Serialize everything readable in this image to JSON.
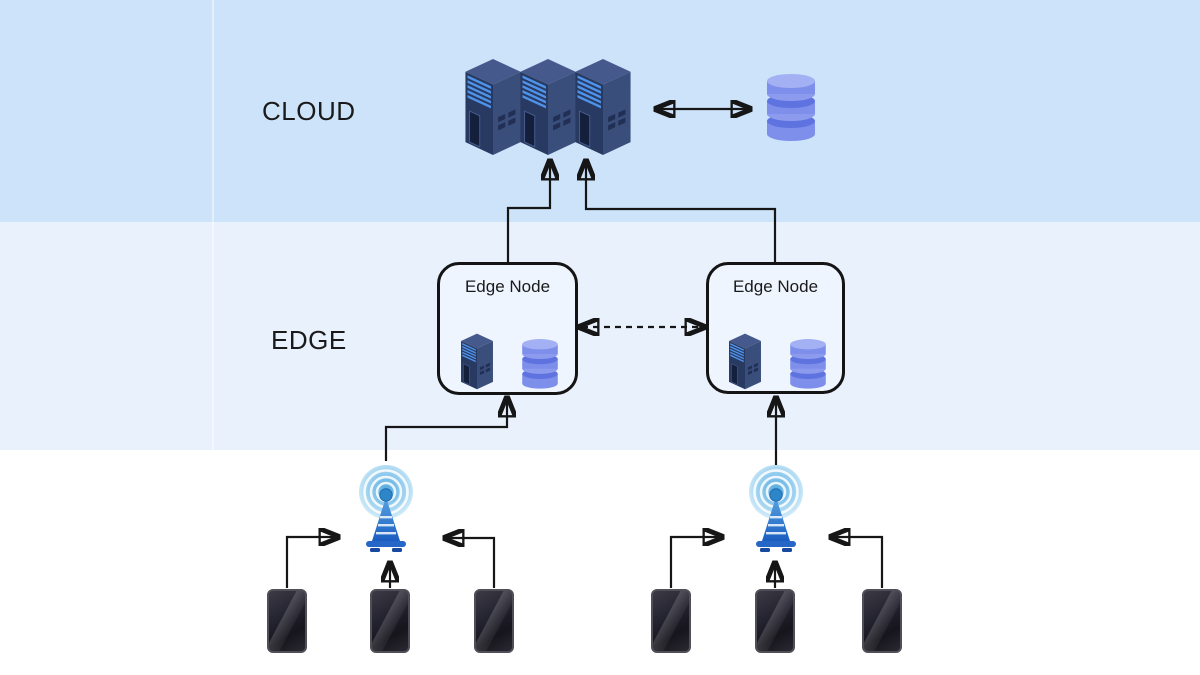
{
  "diagram": {
    "layer_labels": {
      "cloud": "CLOUD",
      "edge": "EDGE"
    },
    "edge_nodes": [
      {
        "label": "Edge Node"
      },
      {
        "label": "Edge Node"
      }
    ],
    "cloud_tier": {
      "server_count": 3,
      "database_count": 1
    },
    "edge_tier": {
      "nodes": 2,
      "icons_per_node": [
        "server",
        "database"
      ]
    },
    "device_tier": {
      "antenna_count": 2,
      "smartphones_per_antenna": 3
    },
    "connections": [
      "smartphone -> antenna (solid arrow, x6)",
      "antenna -> edge node (solid arrow, x2)",
      "edge node <-> edge node (dashed double arrow)",
      "edge node -> cloud servers (solid arrow, x2)",
      "cloud servers <-> cloud database (double arrow)"
    ]
  },
  "colors": {
    "cloud_band": "#cde3fa",
    "edge_band": "#e9f1fd",
    "device_band": "#ffffff",
    "box_bg": "#eef5fe",
    "box_border": "#141414",
    "line": "#161616",
    "text": "#1a1a1a",
    "server_top": "#46598c",
    "server_left": "#283a61",
    "server_right": "#3a4e7c",
    "server_stripe": "#4e92ea",
    "server_door": "#141f3c",
    "db_body": "#7e8eeb",
    "db_top": "#a3b1f4",
    "db_shadow": "#5f73e0",
    "antenna_blue": "#2f8fd2",
    "antenna_base": "#2566c6"
  }
}
